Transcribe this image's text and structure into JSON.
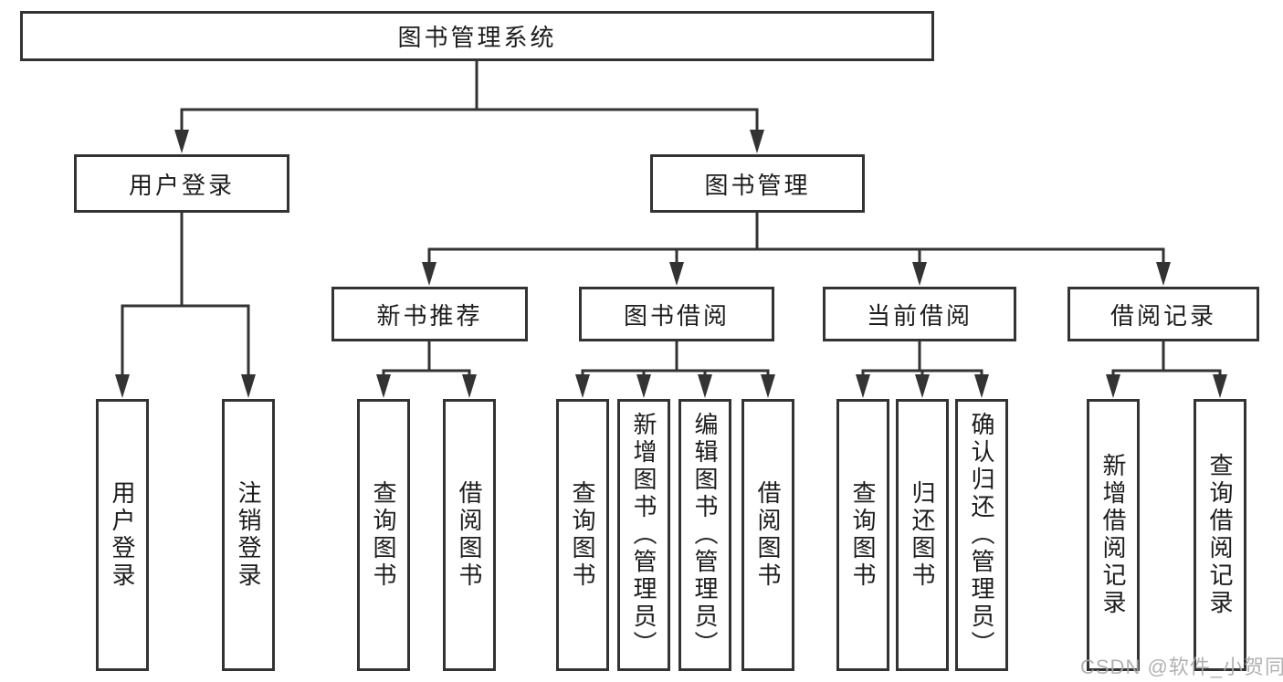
{
  "colors": {
    "background": "#ffffff",
    "line": "#333333",
    "box_border": "#333333",
    "text": "#1c1c1c",
    "watermark": "#aaaaaa"
  },
  "watermark": {
    "text": "CSDN @软件_小贺同学"
  },
  "tree": {
    "label": "图书管理系统",
    "children": [
      {
        "label": "用户登录",
        "children": [
          {
            "label": "用户登录"
          },
          {
            "label": "注销登录"
          }
        ]
      },
      {
        "label": "图书管理",
        "children": [
          {
            "label": "新书推荐",
            "children": [
              {
                "label": "查询图书"
              },
              {
                "label": "借阅图书"
              }
            ]
          },
          {
            "label": "图书借阅",
            "children": [
              {
                "label": "查询图书"
              },
              {
                "label": "新增图书（管理员）"
              },
              {
                "label": "编辑图书（管理员）"
              },
              {
                "label": "借阅图书"
              }
            ]
          },
          {
            "label": "当前借阅",
            "children": [
              {
                "label": "查询图书"
              },
              {
                "label": "归还图书"
              },
              {
                "label": "确认归还（管理员）"
              }
            ]
          },
          {
            "label": "借阅记录",
            "children": [
              {
                "label": "新增借阅记录"
              },
              {
                "label": "查询借阅记录"
              }
            ]
          }
        ]
      }
    ]
  }
}
